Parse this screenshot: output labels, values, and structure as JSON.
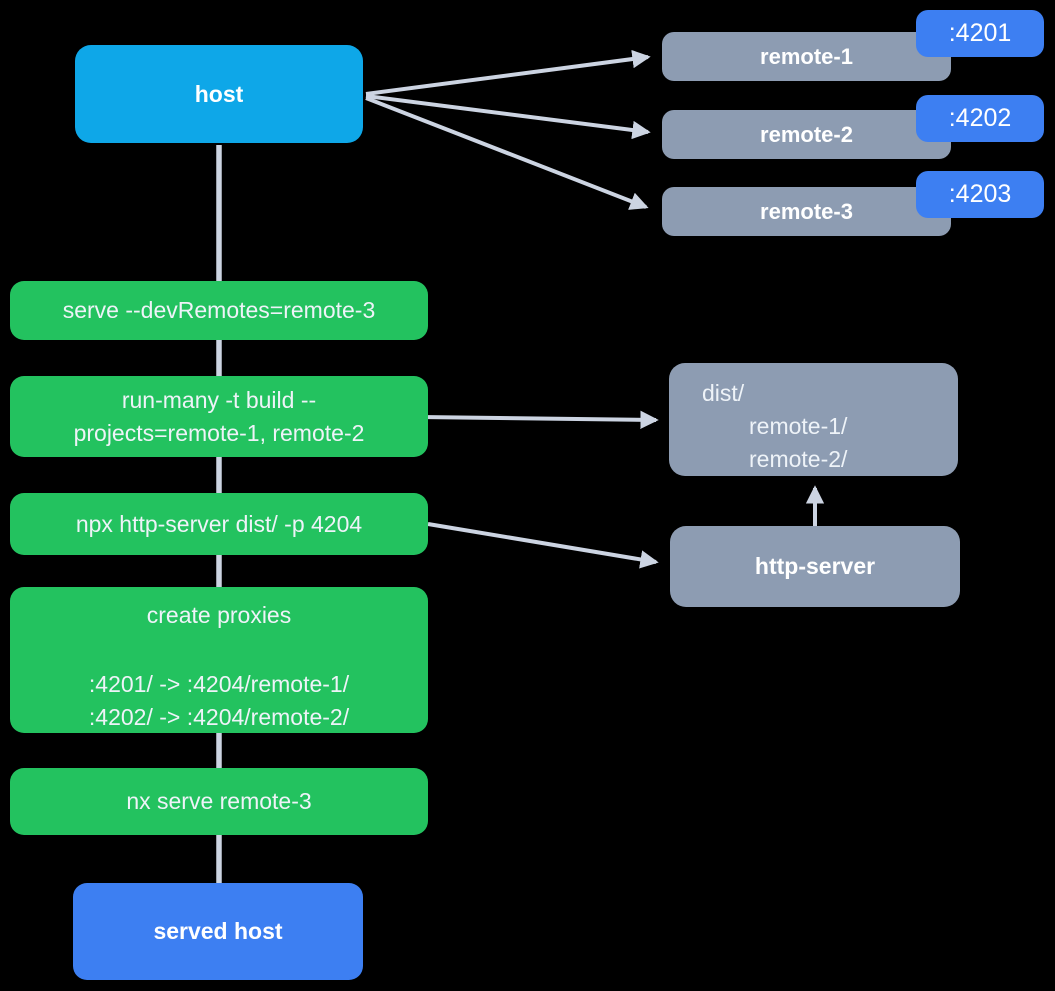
{
  "colors": {
    "background": "#000000",
    "host-blue": "#0ea7e8",
    "remote-gray": "#8d9cb2",
    "port-blue": "#3d7ff2",
    "served-blue": "#3d7ff2",
    "step-green": "#23c25f",
    "connector": "#ccd4e2",
    "text-bright": "#ffffff",
    "text-soft": "#eef3f8"
  },
  "host": {
    "label": "host"
  },
  "remotes": [
    {
      "label": "remote-1",
      "port": ":4201"
    },
    {
      "label": "remote-2",
      "port": ":4202"
    },
    {
      "label": "remote-3",
      "port": ":4203"
    }
  ],
  "steps": {
    "serve": {
      "line1": "serve --devRemotes=remote-3"
    },
    "build": {
      "line1": "run-many -t build --",
      "line2": "projects=remote-1, remote-2"
    },
    "http": {
      "line1": "npx http-server dist/ -p 4204"
    },
    "proxies": {
      "title": "create proxies",
      "map1": ":4201/ -> :4204/remote-1/",
      "map2": ":4202/ -> :4204/remote-2/"
    },
    "serve_remote3": {
      "line1": "nx serve remote-3"
    }
  },
  "dist": {
    "line1": "dist/",
    "line2": "remote-1/",
    "line3": "remote-2/"
  },
  "http_server": {
    "label": "http-server"
  },
  "served_host": {
    "label": "served host"
  }
}
